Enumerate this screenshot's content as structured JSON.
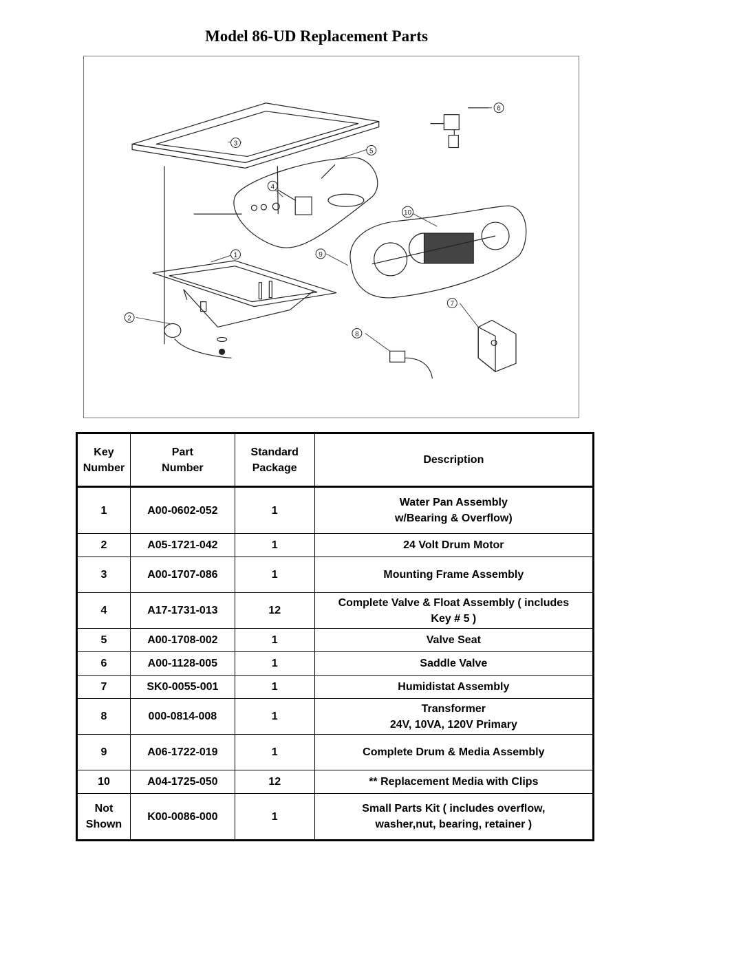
{
  "title": "Model 86-UD Replacement Parts",
  "diagram": {
    "callouts": [
      "1",
      "2",
      "3",
      "4",
      "5",
      "6",
      "7",
      "8",
      "9",
      "10"
    ]
  },
  "table": {
    "headers": [
      [
        "Key",
        "Number"
      ],
      [
        "Part",
        "Number"
      ],
      [
        "Standard",
        "Package"
      ],
      [
        "Description"
      ]
    ],
    "rows": [
      {
        "key": [
          "1"
        ],
        "part": "A00-0602-052",
        "pkg": "1",
        "desc": [
          "Water Pan Assembly",
          "w/Bearing & Overflow)"
        ]
      },
      {
        "key": [
          "2"
        ],
        "part": "A05-1721-042",
        "pkg": "1",
        "desc": [
          "24 Volt Drum Motor"
        ]
      },
      {
        "key": [
          "3"
        ],
        "part": "A00-1707-086",
        "pkg": "1",
        "desc": [
          "Mounting Frame Assembly"
        ]
      },
      {
        "key": [
          "4"
        ],
        "part": "A17-1731-013",
        "pkg": "12",
        "desc": [
          "Complete Valve & Float Assembly  ( includes",
          "Key # 5 )"
        ]
      },
      {
        "key": [
          "5"
        ],
        "part": "A00-1708-002",
        "pkg": "1",
        "desc": [
          "Valve Seat"
        ]
      },
      {
        "key": [
          "6"
        ],
        "part": "A00-1128-005",
        "pkg": "1",
        "desc": [
          "Saddle Valve"
        ]
      },
      {
        "key": [
          "7"
        ],
        "part": "SK0-0055-001",
        "pkg": "1",
        "desc": [
          "Humidistat Assembly"
        ]
      },
      {
        "key": [
          "8"
        ],
        "part": "000-0814-008",
        "pkg": "1",
        "desc": [
          "Transformer",
          "24V, 10VA, 120V Primary"
        ]
      },
      {
        "key": [
          "9"
        ],
        "part": "A06-1722-019",
        "pkg": "1",
        "desc": [
          "Complete Drum & Media Assembly"
        ]
      },
      {
        "key": [
          "10"
        ],
        "part": "A04-1725-050",
        "pkg": "12",
        "desc": [
          "** Replacement Media with Clips"
        ]
      },
      {
        "key": [
          "Not",
          "Shown"
        ],
        "part": "K00-0086-000",
        "pkg": "1",
        "desc": [
          "Small Parts Kit ( includes overflow,",
          "washer,nut, bearing, retainer )"
        ]
      }
    ]
  }
}
